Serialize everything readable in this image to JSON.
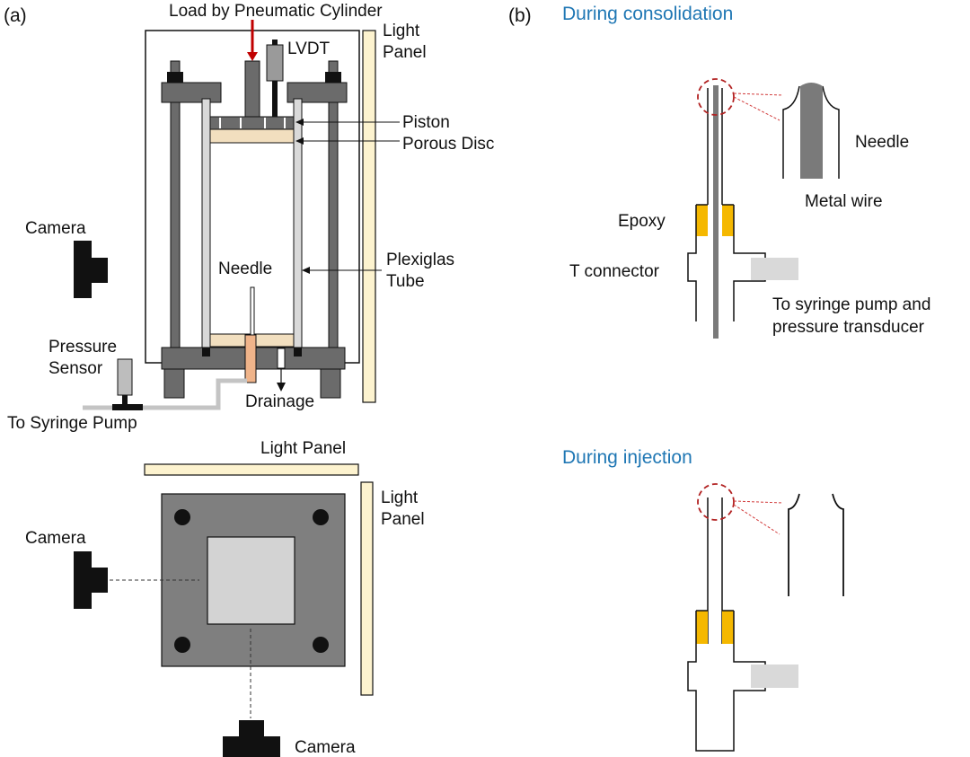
{
  "panel_a": {
    "tag": "(a)",
    "side_view": {
      "load_label": "Load by Pneumatic Cylinder",
      "lvdt_label": "LVDT",
      "light_panel_label": [
        "Light",
        "Panel"
      ],
      "piston_label": "Piston",
      "porous_disc_label": "Porous Disc",
      "needle_label": "Needle",
      "plexiglas_label": [
        "Plexiglas",
        "Tube"
      ],
      "camera_label": "Camera",
      "pressure_sensor_label": [
        "Pressure",
        "Sensor"
      ],
      "syringe_label": "To Syringe Pump",
      "drainage_label": "Drainage"
    },
    "top_view": {
      "light_panel_top_label": "Light Panel",
      "light_panel_right_label": [
        "Light",
        "Panel"
      ],
      "camera_left_label": "Camera",
      "camera_bottom_label": "Camera"
    }
  },
  "panel_b": {
    "tag": "(b)",
    "consolidation": {
      "title": "During consolidation",
      "needle_label": "Needle",
      "wire_label": "Metal wire",
      "epoxy_label": "Epoxy",
      "t_connector_label": "T connector",
      "syringe_label": [
        "To syringe pump and",
        "pressure transducer"
      ]
    },
    "injection": {
      "title": "During injection"
    }
  },
  "colors": {
    "dark_gray": "#6b6b6b",
    "light_gray": "#d9d9d9",
    "porous": "#f2dfbf",
    "light_panel": "#fdf3cf",
    "epoxy": "#f5b800",
    "needle_base": "#f0b48a",
    "arrow_red": "#c00000",
    "accent_blue": "#1f77b4"
  }
}
